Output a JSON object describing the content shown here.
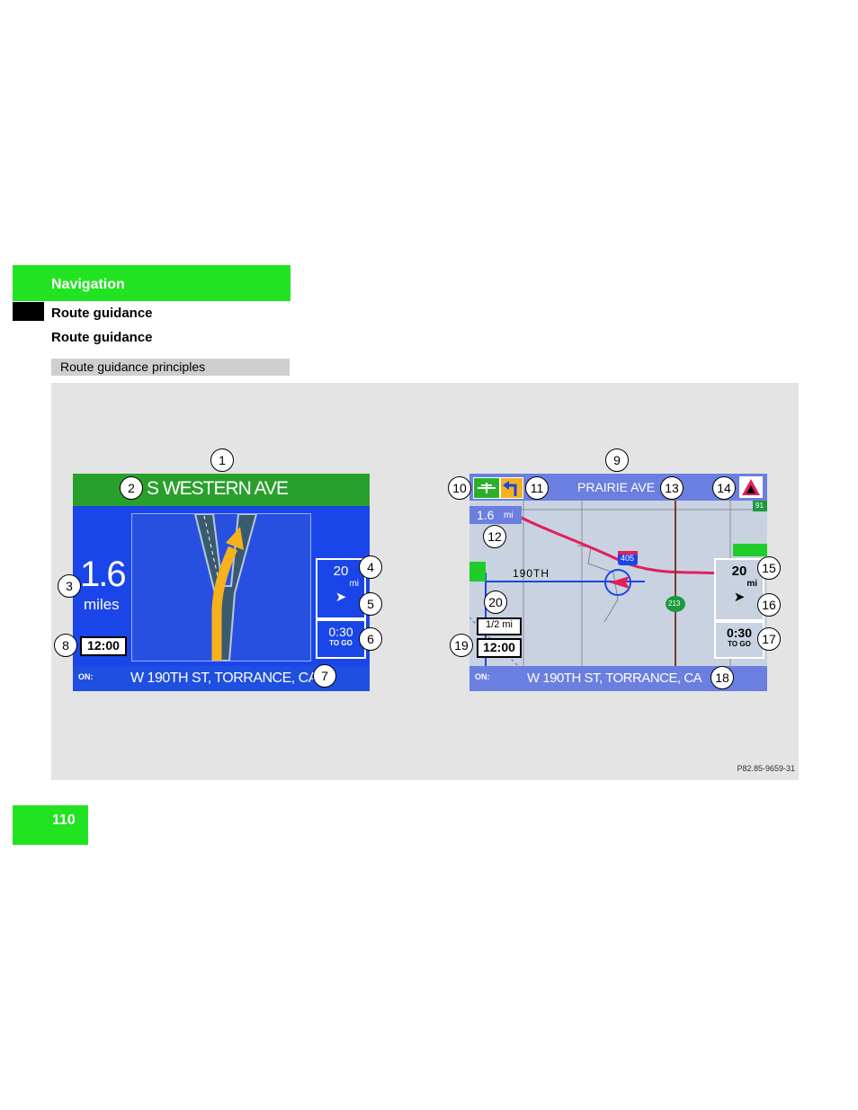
{
  "header": {
    "section": "Navigation",
    "subsection": "Route guidance",
    "topic": "Route guidance",
    "box_title": "Route guidance principles"
  },
  "page_number": "110",
  "figure_code": "P82.85-9659-31",
  "left_screen": {
    "street_name": "S WESTERN AVE",
    "distance_value": "1.6",
    "distance_unit": "miles",
    "scale_value": "20",
    "scale_unit": "mi",
    "time_value": "0:30",
    "time_label": "TO GO",
    "clock": "12:00",
    "on_label": "ON:",
    "current_street": "W 190TH ST, TORRANCE, CA",
    "callouts": [
      "1",
      "2",
      "3",
      "4",
      "5",
      "6",
      "7",
      "8"
    ]
  },
  "right_screen": {
    "street_name": "PRAIRIE AVE",
    "distance_value": "1.6",
    "distance_unit": "mi",
    "road_label": "190TH",
    "freeway_shield": "405",
    "route_shield_1": "213",
    "route_shield_2": "213",
    "corner_shield": "91",
    "scale_value": "20",
    "scale_unit": "mi",
    "time_value": "0:30",
    "time_label": "TO GO",
    "map_scale": "1/2 mi",
    "clock": "12:00",
    "on_label": "ON:",
    "current_street": "W 190TH ST, TORRANCE, CA",
    "callouts": [
      "9",
      "10",
      "11",
      "12",
      "13",
      "14",
      "15",
      "16",
      "17",
      "18",
      "19",
      "20"
    ]
  }
}
